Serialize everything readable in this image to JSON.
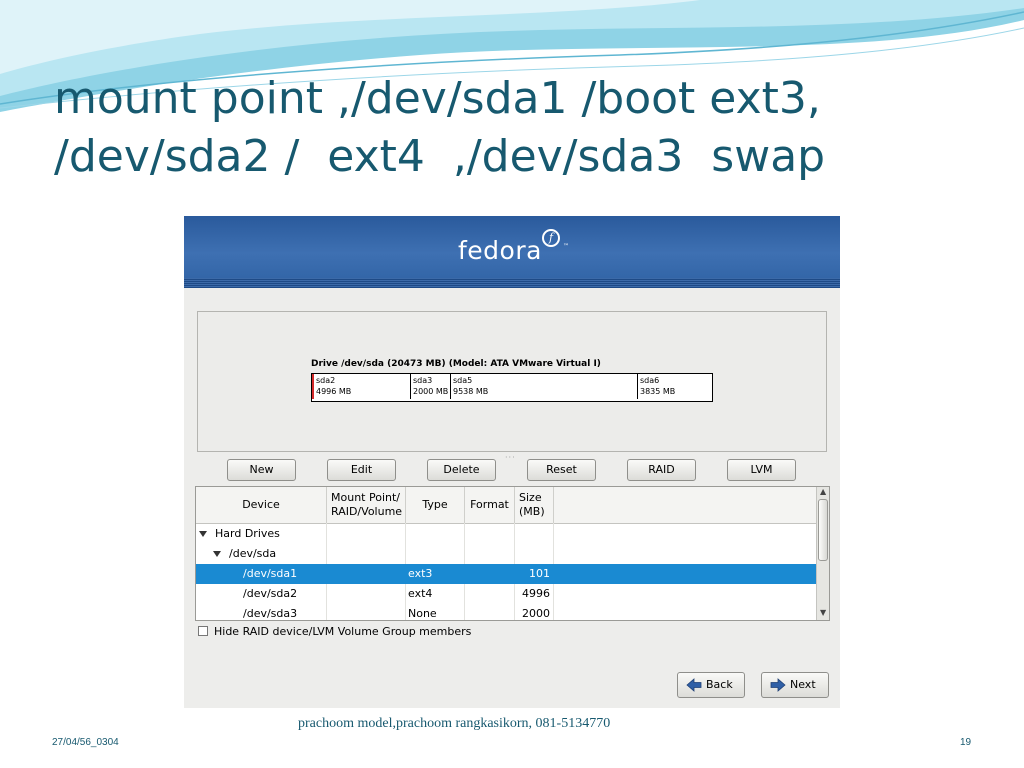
{
  "slide": {
    "title_line1": "mount point ,/dev/sda1 /boot ext3,",
    "title_line2": "/dev/sda2 /  ext4  ,/dev/sda3  swap",
    "footer_date": "27/04/56_0304",
    "footer_credit": "prachoom model,prachoom rangkasikorn, 081-5134770",
    "page_number": "19"
  },
  "installer": {
    "logo_text": "fedora",
    "logo_mark": "f",
    "logo_tm": "™",
    "drive_title": "Drive /dev/sda (20473 MB) (Model: ATA VMware Virtual I)",
    "partitions": [
      {
        "name": "sda2",
        "size": "4996 MB"
      },
      {
        "name": "sda3",
        "size": "2000 MB"
      },
      {
        "name": "sda5",
        "size": "9538 MB"
      },
      {
        "name": "sda6",
        "size": "3835 MB"
      }
    ],
    "buttons": {
      "new": "New",
      "edit": "Edit",
      "delete": "Delete",
      "reset": "Reset",
      "raid": "RAID",
      "lvm": "LVM"
    },
    "columns": {
      "device": "Device",
      "mount": "Mount Point/\nRAID/Volume",
      "type": "Type",
      "format": "Format",
      "size": "Size\n(MB)"
    },
    "rows": [
      {
        "device": "Hard Drives",
        "mount": "",
        "type": "",
        "size": ""
      },
      {
        "device": "/dev/sda",
        "mount": "",
        "type": "",
        "size": ""
      },
      {
        "device": "/dev/sda1",
        "mount": "",
        "type": "ext3",
        "size": "101"
      },
      {
        "device": "/dev/sda2",
        "mount": "",
        "type": "ext4",
        "size": "4996"
      },
      {
        "device": "/dev/sda3",
        "mount": "",
        "type": "None",
        "size": "2000"
      }
    ],
    "hide_members_label": "Hide RAID device/LVM Volume Group members",
    "back_label": "Back",
    "next_label": "Next"
  },
  "colors": {
    "title": "#17596f",
    "selection": "#1a8ad2",
    "banner": "#3366a8"
  }
}
